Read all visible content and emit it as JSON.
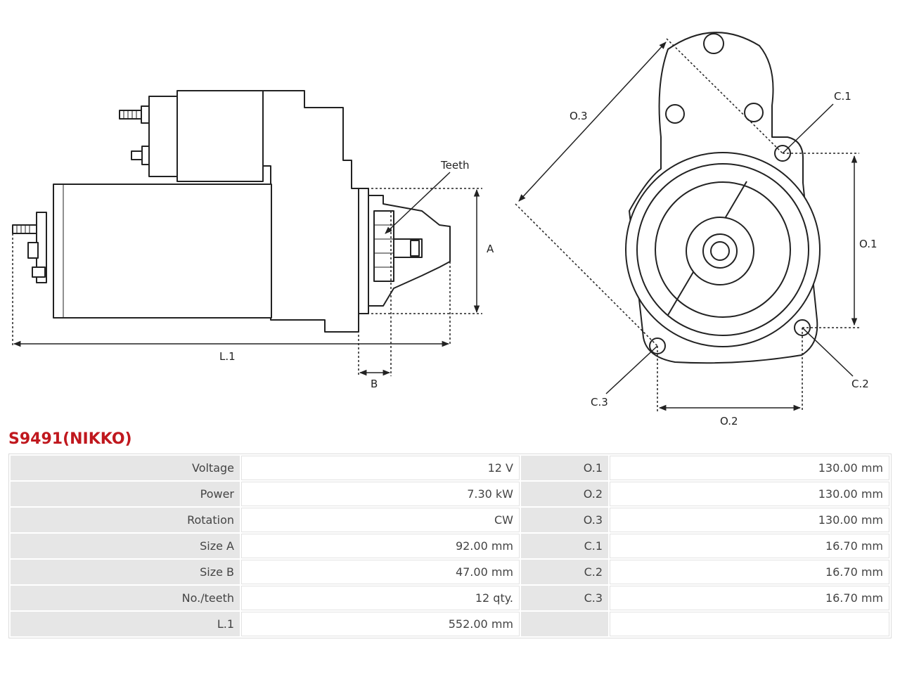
{
  "drawing": {
    "labels": {
      "teeth": "Teeth",
      "a": "A",
      "l1": "L.1",
      "b": "B",
      "o1": "O.1",
      "o2": "O.2",
      "o3": "O.3",
      "c1": "C.1",
      "c2": "C.2",
      "c3": "C.3"
    }
  },
  "title": "S9491(NIKKO)",
  "specs": {
    "rows": [
      {
        "k1": "Voltage",
        "v1": "12 V",
        "k2": "O.1",
        "v2": "130.00 mm"
      },
      {
        "k1": "Power",
        "v1": "7.30 kW",
        "k2": "O.2",
        "v2": "130.00 mm"
      },
      {
        "k1": "Rotation",
        "v1": "CW",
        "k2": "O.3",
        "v2": "130.00 mm"
      },
      {
        "k1": "Size A",
        "v1": "92.00 mm",
        "k2": "C.1",
        "v2": "16.70 mm"
      },
      {
        "k1": "Size B",
        "v1": "47.00 mm",
        "k2": "C.2",
        "v2": "16.70 mm"
      },
      {
        "k1": "No./teeth",
        "v1": "12 qty.",
        "k2": "C.3",
        "v2": "16.70 mm"
      },
      {
        "k1": "L.1",
        "v1": "552.00 mm",
        "k2": "",
        "v2": ""
      }
    ]
  }
}
